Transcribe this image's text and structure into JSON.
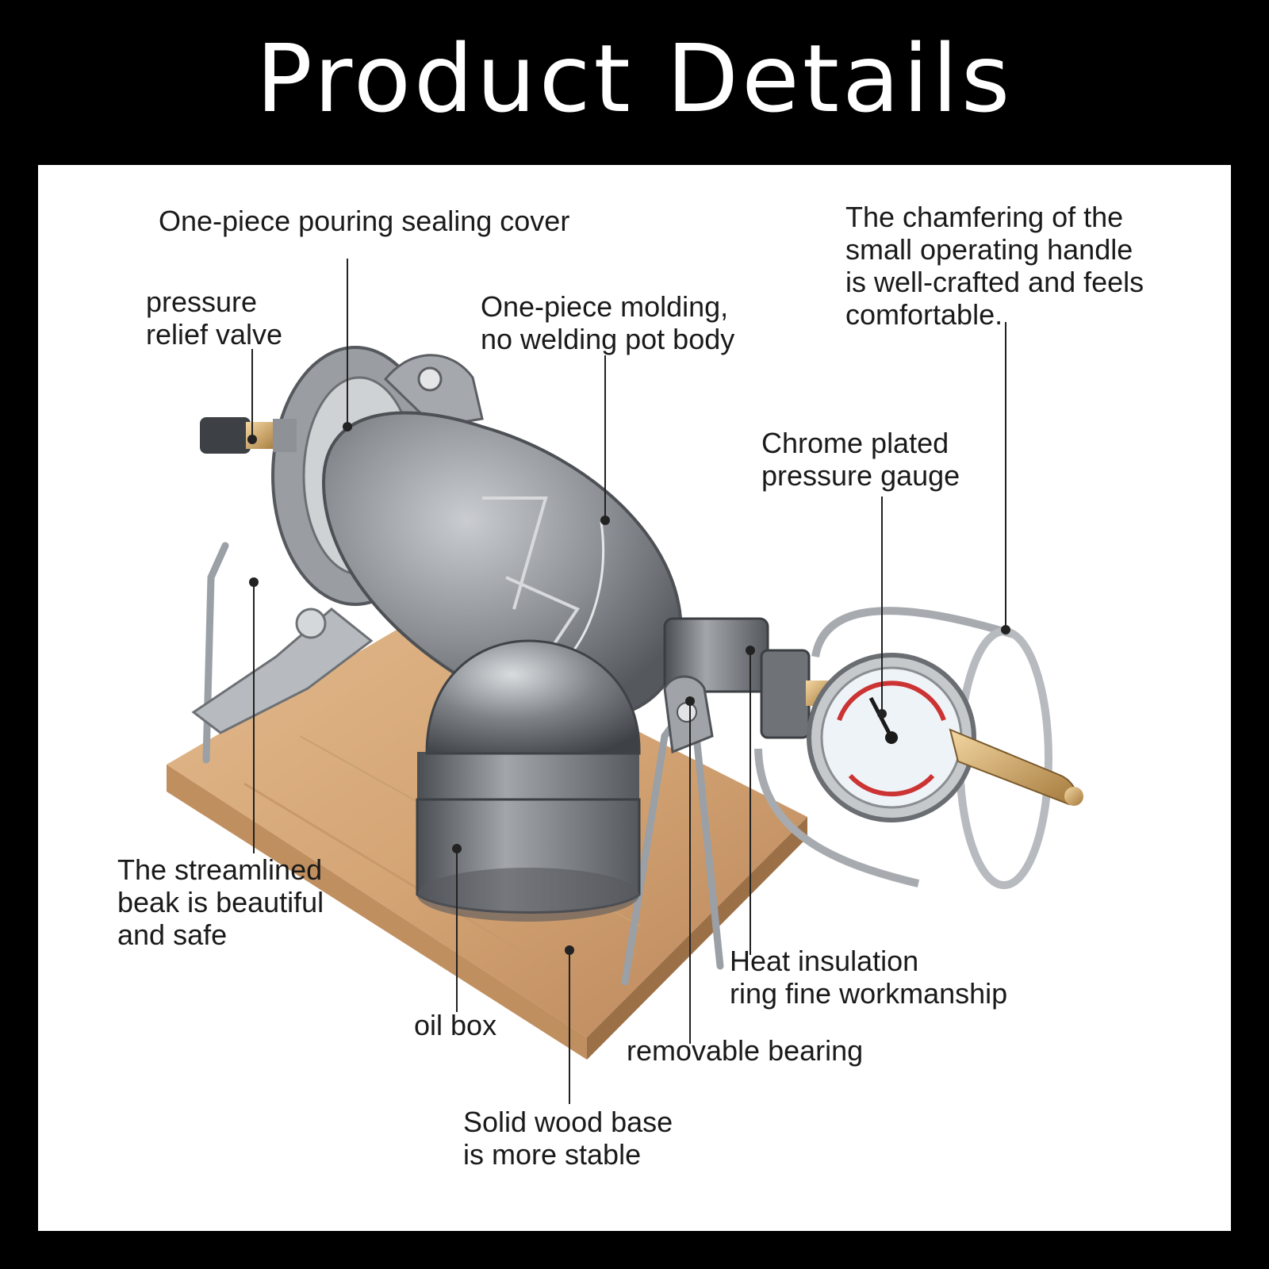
{
  "title": "Product Details",
  "colors": {
    "background": "#000000",
    "panel": "#ffffff",
    "title_text": "#ffffff",
    "label_text": "#1a1a1a",
    "leader_line": "#222222",
    "wood": "#d7a877",
    "metal": "#8e9297"
  },
  "callouts": [
    {
      "id": "sealing-cover",
      "lines": [
        "One-piece pouring sealing cover"
      ]
    },
    {
      "id": "relief-valve",
      "lines": [
        "pressure",
        "relief valve"
      ]
    },
    {
      "id": "pot-body",
      "lines": [
        "One-piece molding,",
        "no welding pot body"
      ]
    },
    {
      "id": "handle",
      "lines": [
        "The chamfering of the",
        "small operating handle",
        "is well-crafted and feels",
        "comfortable."
      ]
    },
    {
      "id": "pressure-gauge",
      "lines": [
        "Chrome plated",
        "pressure gauge"
      ]
    },
    {
      "id": "beak",
      "lines": [
        "The streamlined",
        "beak is beautiful",
        "and safe"
      ]
    },
    {
      "id": "insulation-ring",
      "lines": [
        "Heat insulation",
        "ring fine workmanship"
      ]
    },
    {
      "id": "oil-box",
      "lines": [
        "oil box"
      ]
    },
    {
      "id": "bearing",
      "lines": [
        "removable bearing"
      ]
    },
    {
      "id": "wood-base",
      "lines": [
        "Solid wood base",
        "is more stable"
      ]
    }
  ]
}
